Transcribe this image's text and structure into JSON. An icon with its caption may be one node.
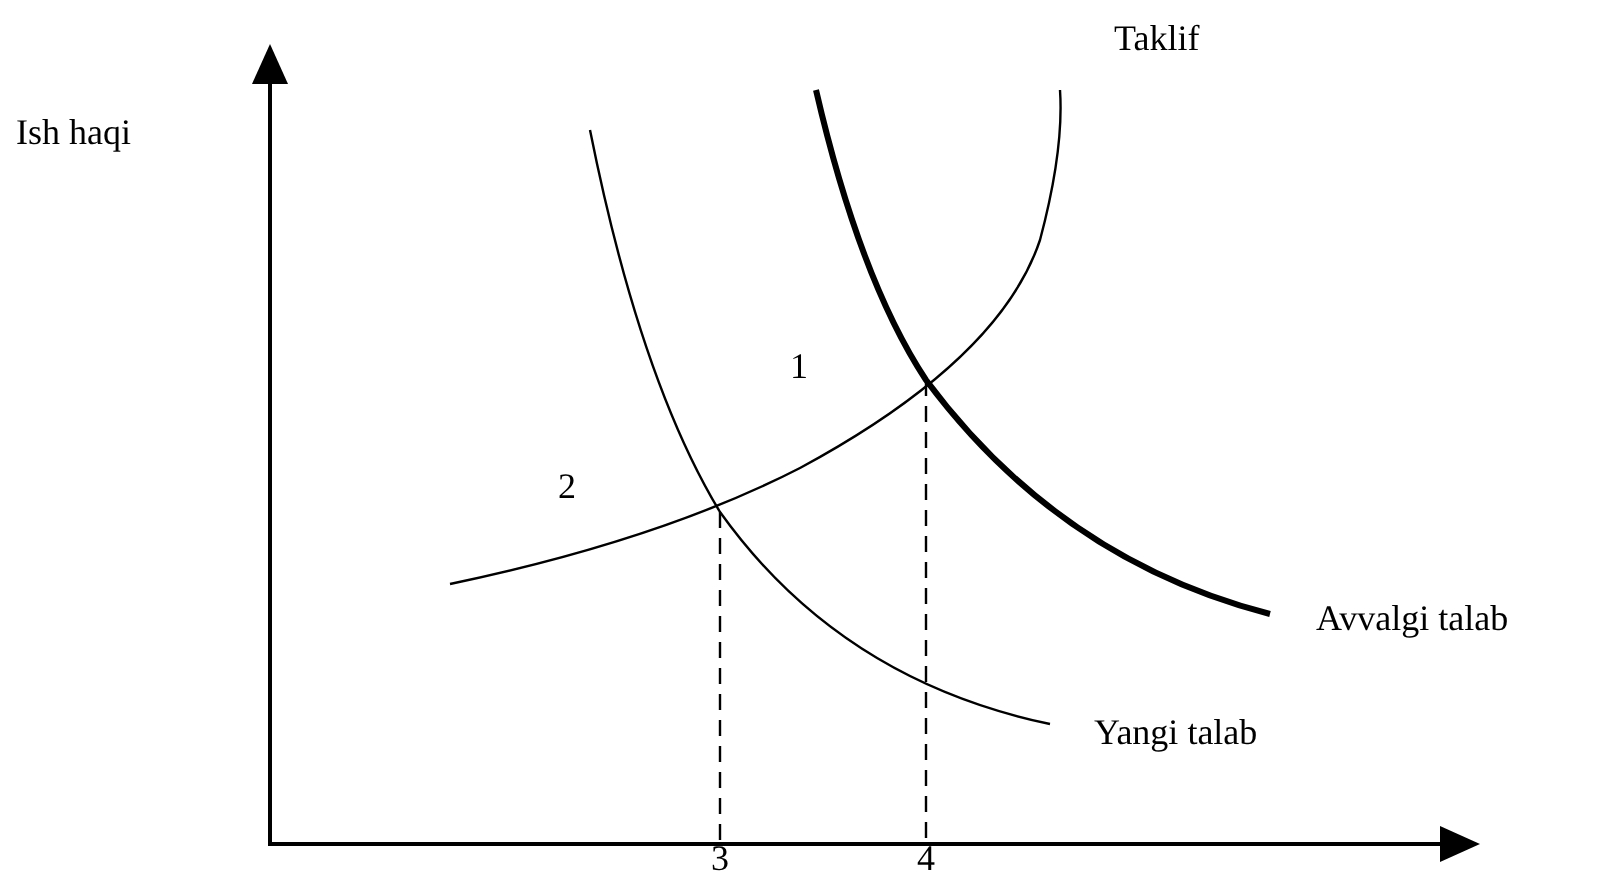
{
  "diagram": {
    "labels": [
      "Ish haqi",
      "Taklif",
      "1",
      "2",
      "Avvalgi talab",
      "Yangi talab",
      "3",
      "4"
    ]
  }
}
